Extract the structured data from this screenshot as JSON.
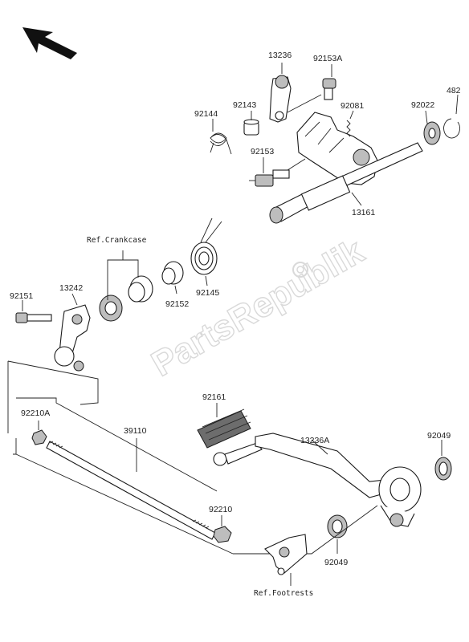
{
  "watermark": "PartsRepublik",
  "parts": {
    "p13236": "13236",
    "p92153A": "92153A",
    "p92144": "92144",
    "p92143": "92143",
    "p92081": "92081",
    "p92022": "92022",
    "p482": "482",
    "p92153": "92153",
    "p13161": "13161",
    "p92145": "92145",
    "p92152": "92152",
    "p92151": "92151",
    "p13242": "13242",
    "p92161": "92161",
    "p92210A": "92210A",
    "p39110": "39110",
    "p13236A": "13236A",
    "p92049a": "92049",
    "p92049b": "92049",
    "p92210": "92210"
  },
  "refs": {
    "crankcase": "Ref.Crankcase",
    "footrests": "Ref.Footrests"
  }
}
